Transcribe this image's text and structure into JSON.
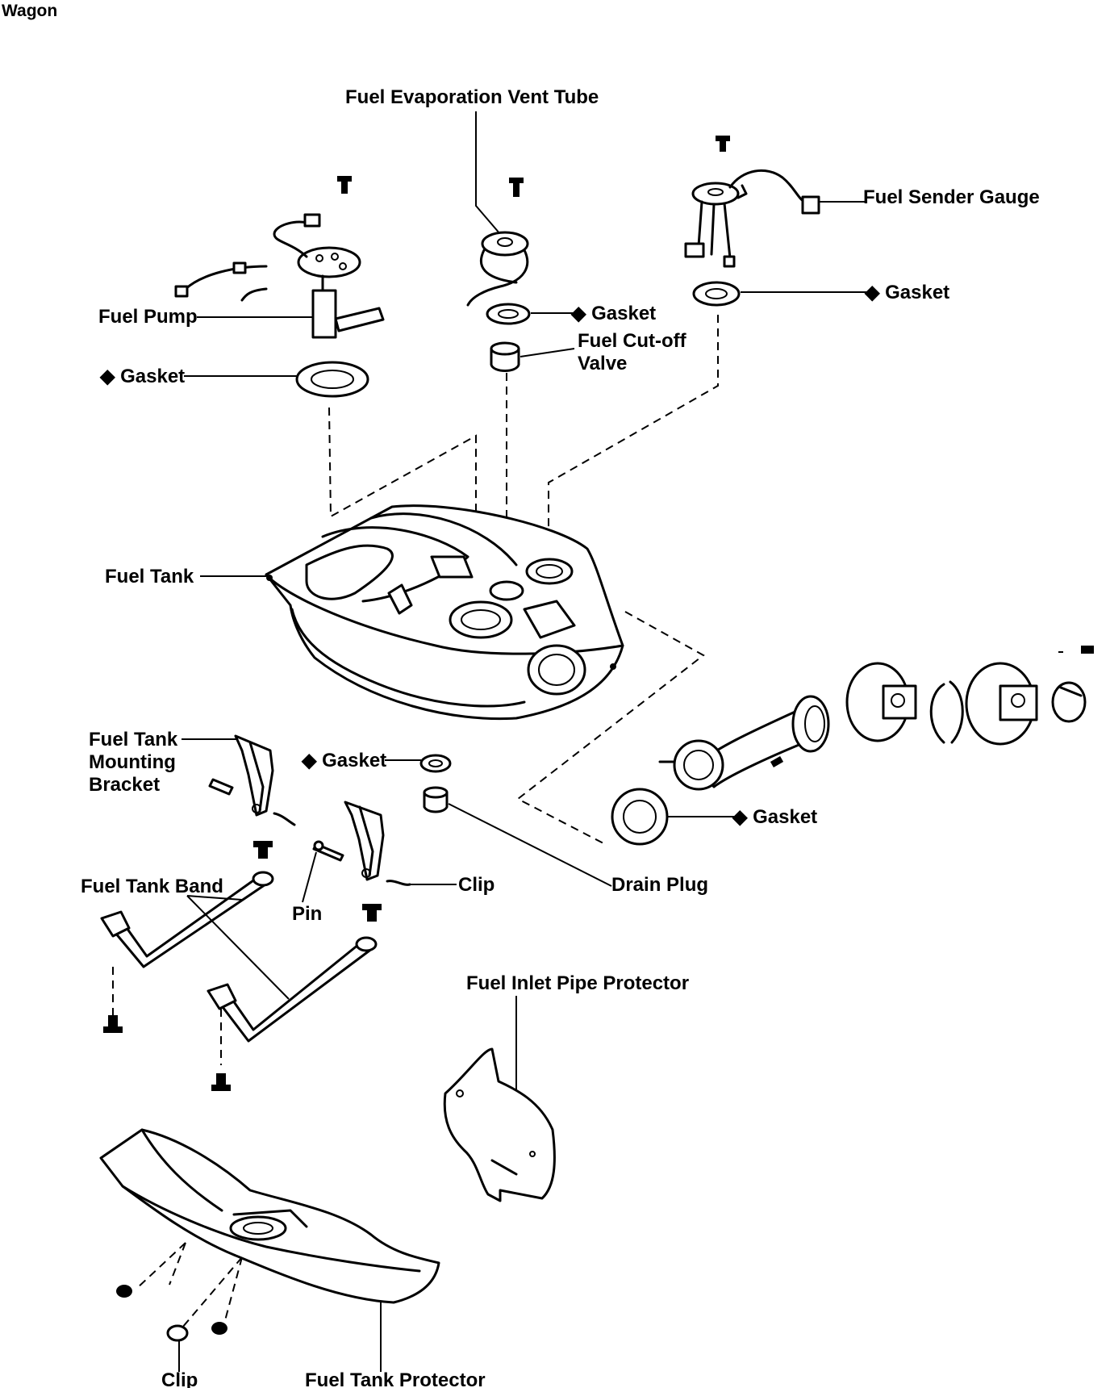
{
  "title": "Wagon",
  "labels": {
    "fuel_evaporation_vent_tube": "Fuel Evaporation Vent Tube",
    "fuel_sender_gauge": "Fuel Sender Gauge",
    "gasket_sender": "◆ Gasket",
    "fuel_pump": "Fuel Pump",
    "gasket_vent": "◆ Gasket",
    "fuel_cutoff_valve_1": "Fuel Cut-off",
    "fuel_cutoff_valve_2": "Valve",
    "gasket_pump": "◆ Gasket",
    "fuel_tank": "Fuel Tank",
    "fuel_tank_mounting_bracket_1": "Fuel Tank",
    "fuel_tank_mounting_bracket_2": "Mounting",
    "fuel_tank_mounting_bracket_3": "Bracket",
    "gasket_drain": "◆ Gasket",
    "gasket_inlet": "◆ Gasket",
    "fuel_tank_band": "Fuel Tank Band",
    "pin": "Pin",
    "clip_bracket": "Clip",
    "drain_plug": "Drain Plug",
    "fuel_inlet_pipe_protector": "Fuel Inlet Pipe Protector",
    "clip_protector": "Clip",
    "fuel_tank_protector": "Fuel Tank Protector"
  },
  "colors": {
    "ink": "#000000",
    "paper": "#ffffff"
  }
}
